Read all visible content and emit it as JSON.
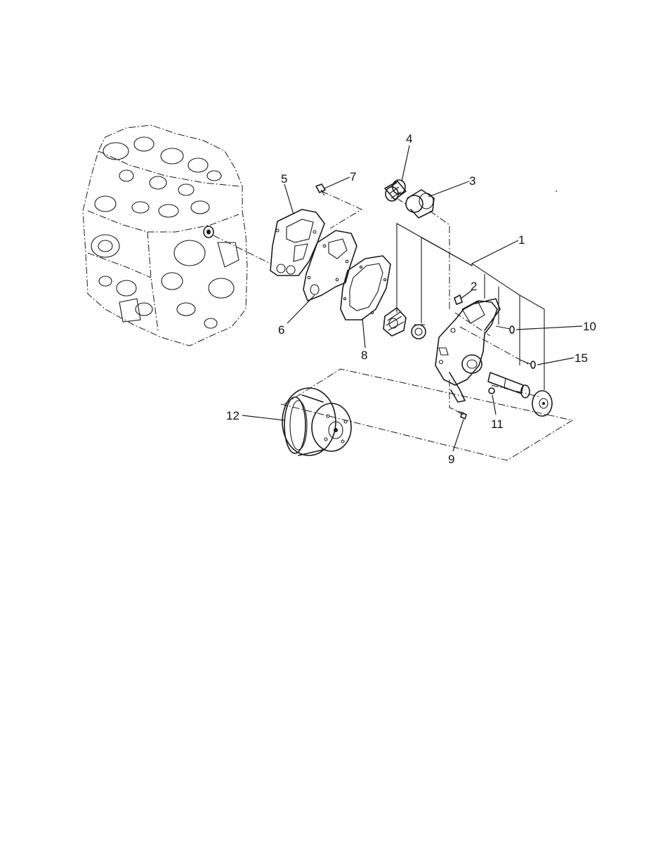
{
  "callouts": {
    "c1": "1",
    "c2": "2",
    "c3": "3",
    "c4": "4",
    "c5": "5",
    "c6": "6",
    "c7": "7",
    "c8": "8",
    "c9": "9",
    "c10": "10",
    "c11": "11",
    "c12": "12",
    "c15": "15"
  },
  "colors": {
    "ink": "#1a1a1a",
    "paper": "#ffffff"
  }
}
